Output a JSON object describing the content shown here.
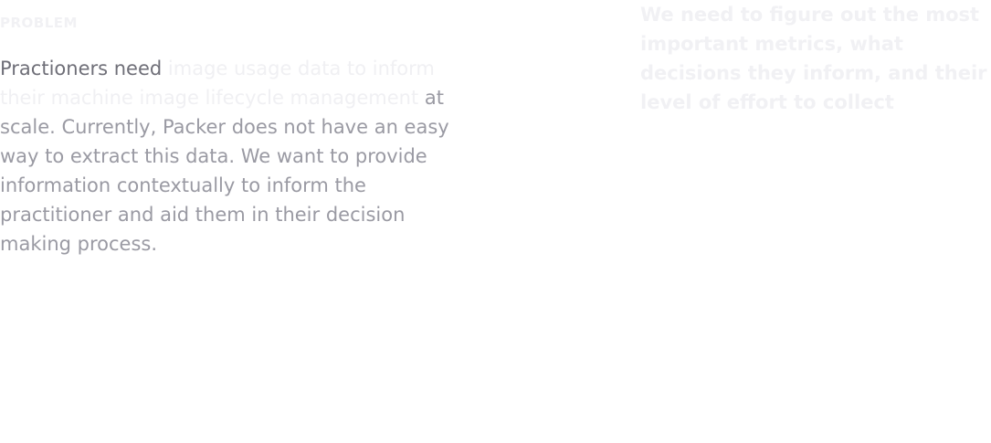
{
  "problem": {
    "label": "PROBLEM",
    "lead": "Practioners need",
    "faded": "image usage data to inform their machine image lifecycle management",
    "rest": "at scale. Currently, Packer does not have an easy way to extract this data. We want to provide information contextually to inform the practitioner and aid them in their decision making process."
  },
  "goal": {
    "text": "We need to figure out the most important metrics, what decisions they inform, and their level of effort to collect"
  },
  "colors": {
    "background": "#ffffff",
    "text_dark": "#6f6f78",
    "text_mid": "#9a9aa3",
    "text_faded": "#f0f0f3"
  }
}
